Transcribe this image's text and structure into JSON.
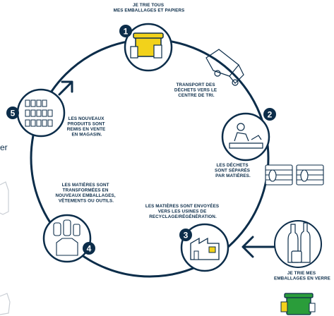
{
  "steps": [
    {
      "number": "1",
      "lines": [
        "JE TRIE TOUS",
        "MES EMBALLAGES ET PAPIERS"
      ]
    },
    {
      "number": "2",
      "lines": [
        "LES DÉCHETS",
        "SONT SÉPARÉS",
        "PAR MATIÈRES."
      ]
    },
    {
      "number": "3",
      "lines": [
        "LES MATIÈRES SONT ENVOYÉES",
        "VERS LES USINES DE",
        "RECYCLAGE/RÉGÉNÉRATION."
      ]
    },
    {
      "number": "4",
      "lines": [
        "LES MATIÈRES SONT",
        "TRANSFORMÉES EN",
        "NOUVEAUX EMBALLAGES,",
        "VÊTEMENTS OU OUTILS."
      ]
    },
    {
      "number": "5",
      "lines": [
        "LES NOUVEAUX",
        "PRODUITS SONT",
        "REMIS EN VENTE",
        "EN MAGASIN."
      ]
    }
  ],
  "transport": {
    "lines": [
      "TRANSPORT DES",
      "DÉCHETS VERS LE",
      "CENTRE DE TRI."
    ]
  },
  "glass": {
    "lines": [
      "JE TRIE MES",
      "EMBALLAGES EN VERRE"
    ]
  },
  "edge_text": "er",
  "colors": {
    "navy": "#0c2d4a",
    "yellow": "#f2d21b",
    "green": "#2a9d3a",
    "white": "#ffffff"
  }
}
